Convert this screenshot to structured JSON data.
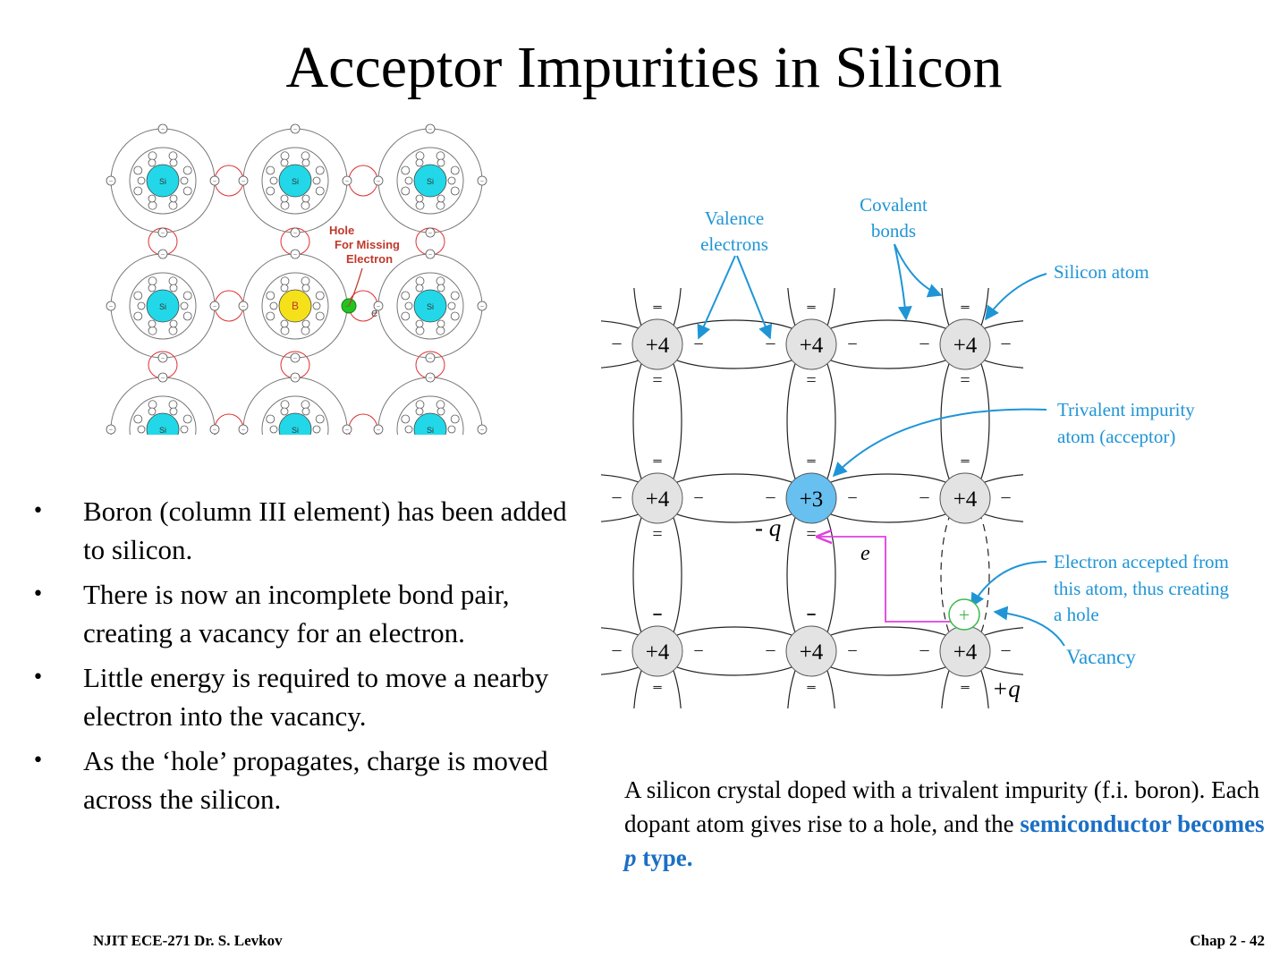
{
  "title": "Acceptor Impurities in Silicon",
  "bullets": [
    "Boron (column III element) has been added to silicon.",
    "There is now an incomplete bond pair, creating a vacancy for an electron.",
    "Little energy is required to move a nearby electron into the vacancy.",
    "As the ‘hole’ propagates, charge is moved across the silicon."
  ],
  "left_figure": {
    "atom_si": "Si",
    "atom_b": "B",
    "electron_symbol": "−",
    "hole_label": [
      "Hole",
      "For Missing",
      "Electron"
    ],
    "electron_label": "e",
    "colors": {
      "si": "#22d8e8",
      "boron": "#f5e11a",
      "hole_marker": "#22c422",
      "bond": "#e03030",
      "label": "#c0392b"
    }
  },
  "right_figure": {
    "atoms": [
      [
        "+4",
        "+4",
        "+4"
      ],
      [
        "+4",
        "+3",
        "+4"
      ],
      [
        "+4",
        "+4",
        "+4"
      ]
    ],
    "electron_symbol": "−",
    "labels": {
      "valence": [
        "Valence",
        "electrons"
      ],
      "covalent": [
        "Covalent",
        "bonds"
      ],
      "silicon_atom": "Silicon atom",
      "trivalent": [
        "Trivalent impurity",
        "atom (acceptor)"
      ],
      "accepted": [
        "Electron accepted from",
        "this atom, thus creating",
        "a hole"
      ],
      "vacancy": "Vacancy",
      "minus_q": "- q",
      "e": "e",
      "plus_q": "+q",
      "hole_symbol": "+"
    },
    "colors": {
      "annotation": "#1f95d6",
      "atom": "#e3e3e3",
      "acceptor": "#68c0f0",
      "path": "#e040e0",
      "hole_ring": "#3cb84a"
    }
  },
  "caption": {
    "plain": "A silicon crystal doped with a trivalent impurity (f.i. boron). Each dopant atom gives rise to a hole, and the",
    "emph_a": "semiconductor becomes ",
    "emph_p": "p",
    "emph_b": " type."
  },
  "footer": {
    "left": "NJIT ECE-271 Dr. S. Levkov",
    "right": "Chap 2 - 42"
  }
}
